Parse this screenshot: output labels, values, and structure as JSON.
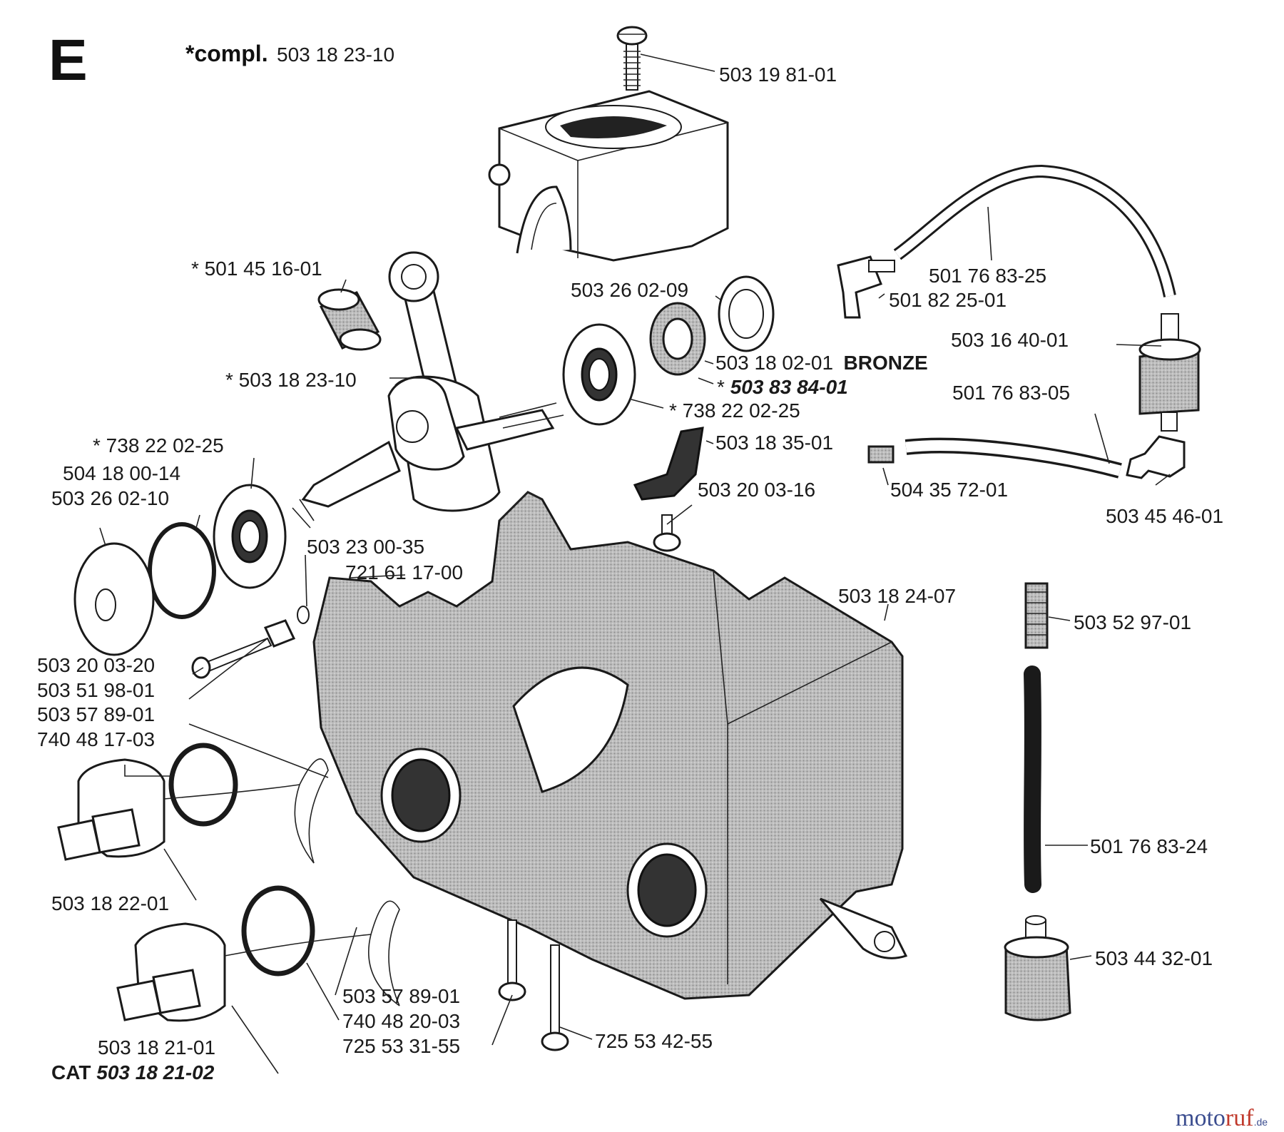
{
  "section_letter": "E",
  "compl": {
    "prefix": "*compl.",
    "number": "503 18 23-10"
  },
  "labels": {
    "p_503_19_81_01": "503 19 81-01",
    "p_501_76_83_25": "501 76 83-25",
    "p_501_82_25_01": "501 82 25-01",
    "p_501_45_16_01": "* 501 45 16-01",
    "p_503_26_02_09": "503 26 02-09",
    "p_503_16_40_01": "503 16 40-01",
    "p_503_18_23_10": "* 503 18 23-10",
    "p_503_18_02_01": "503 18 02-01",
    "bronze": "BRONZE",
    "p_503_83_84_01_star": "* ",
    "p_503_83_84_01": "503 83 84-01",
    "p_738_22_02_25_r": "* 738 22 02-25",
    "p_501_76_83_05": "501 76 83-05",
    "p_738_22_02_25_l": "* 738 22 02-25",
    "p_503_18_35_01": "503 18 35-01",
    "p_504_18_00_14": "504 18 00-14",
    "p_503_26_02_10": "503 26 02-10",
    "p_503_20_03_16": "503 20 03-16",
    "p_504_35_72_01": "504 35 72-01",
    "p_503_45_46_01": "503 45 46-01",
    "p_503_23_00_35": "503 23 00-35",
    "p_721_61_17_00": "721 61 17-00",
    "p_503_18_24_07": "503 18 24-07",
    "p_503_52_97_01": "503 52 97-01",
    "p_503_20_03_20": "503 20 03-20",
    "p_503_51_98_01": "503 51 98-01",
    "p_503_57_89_01_l": "503 57 89-01",
    "p_740_48_17_03": "740 48 17-03",
    "p_501_76_83_24": "501 76 83-24",
    "p_503_18_22_01": "503 18 22-01",
    "p_503_44_32_01": "503 44 32-01",
    "p_503_57_89_01_b": "503 57 89-01",
    "p_740_48_20_03": "740 48 20-03",
    "p_725_53_31_55": "725 53 31-55",
    "p_725_53_42_55": "725 53 42-55",
    "p_503_18_21_01": "503 18 21-01",
    "cat_prefix": "CAT ",
    "p_503_18_21_02": "503 18 21-02"
  },
  "watermark": {
    "a": "moto",
    "b": "ruf",
    "c": ".de"
  }
}
